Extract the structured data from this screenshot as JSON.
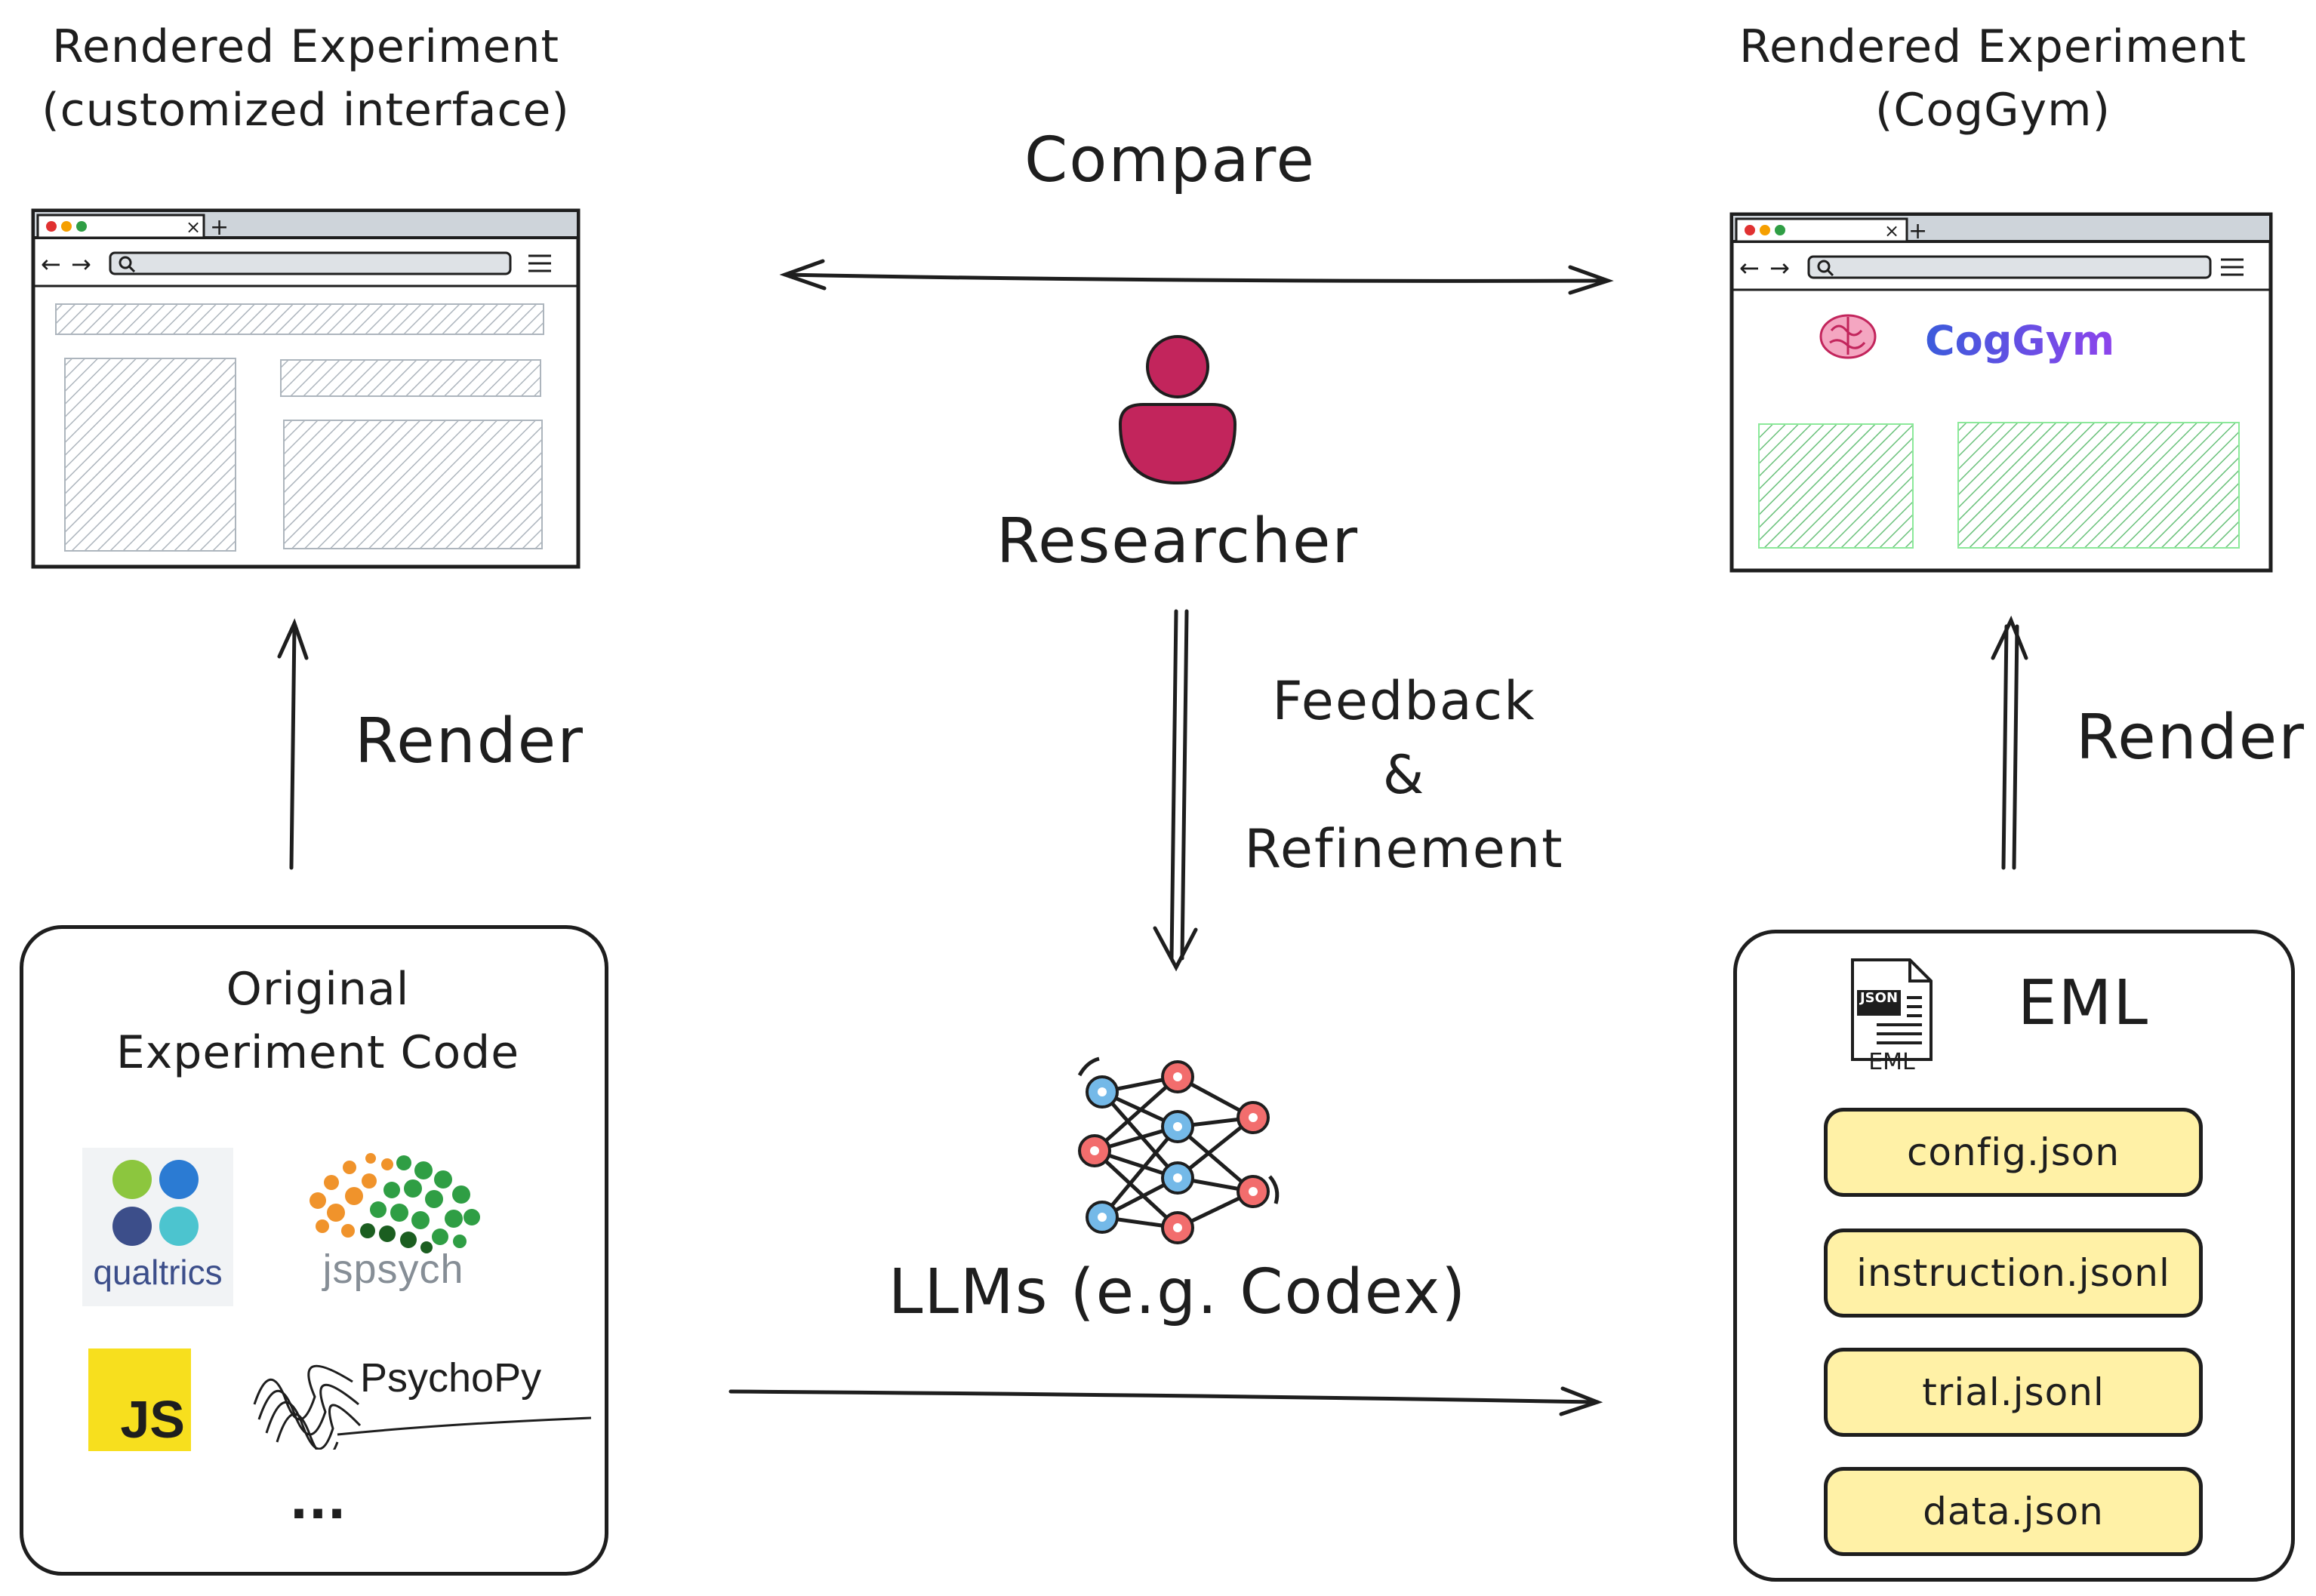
{
  "left_title": {
    "line1": "Rendered Experiment",
    "line2": "(customized interface)"
  },
  "right_title": {
    "line1": "Rendered Experiment",
    "line2": "(CogGym)"
  },
  "compare_label": "Compare",
  "researcher_label": "Researcher",
  "feedback_label": {
    "line1": "Feedback",
    "line2": "&",
    "line3": "Refinement"
  },
  "render_left_label": "Render",
  "render_right_label": "Render",
  "llm_label": "LLMs (e.g. Codex)",
  "coggym_brand": "CogGym",
  "original_code": {
    "title_line1": "Original",
    "title_line2": "Experiment Code",
    "logos": [
      {
        "name": "qualtrics",
        "text": "qualtrics"
      },
      {
        "name": "jspsych",
        "text": "jspsych"
      },
      {
        "name": "javascript",
        "text": "JS"
      },
      {
        "name": "psychopy",
        "text": "PsychoPy"
      }
    ],
    "more": "..."
  },
  "eml": {
    "title": "EML",
    "icon_badge": "JSON",
    "icon_caption": "EML",
    "files": [
      "config.json",
      "instruction.jsonl",
      "trial.jsonl",
      "data.json"
    ]
  },
  "icons": [
    "researcher-person-icon",
    "neural-network-icon",
    "brain-icon",
    "json-file-icon"
  ],
  "colors": {
    "researcher": "#c2255c",
    "file_fill": "#fff1a6",
    "hatch_gray": "#adb5bd",
    "hatch_green": "#69c17a",
    "coggym_gradient_start": "#3b5bdb",
    "coggym_gradient_end": "#8e44ec",
    "nn_blue": "#74b9e8",
    "nn_red": "#f26d6d",
    "qualtrics_green": "#8cc63e",
    "qualtrics_blue": "#2b7bd3",
    "qualtrics_navy": "#3c4e8a",
    "qualtrics_teal": "#4cc4cf",
    "js_yellow": "#f7df1e"
  }
}
